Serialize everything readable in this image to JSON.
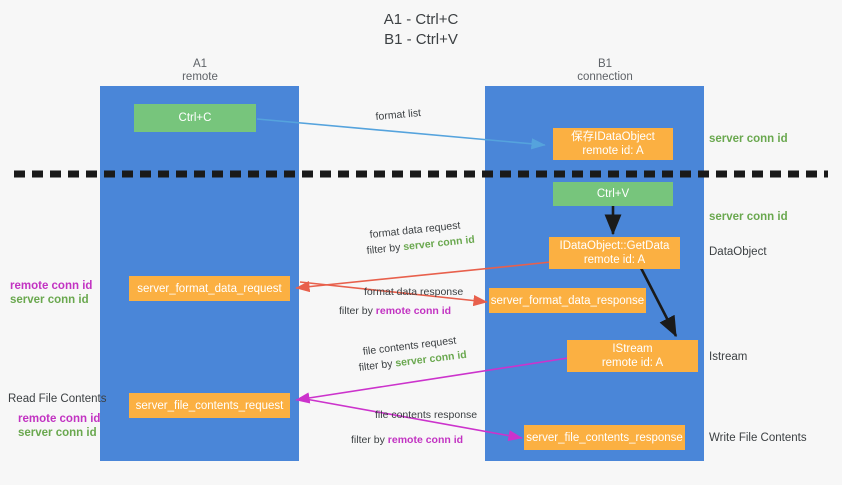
{
  "title": {
    "line1": "A1 - Ctrl+C",
    "line2": "B1 - Ctrl+V"
  },
  "columns": [
    {
      "name": "A1",
      "sub": "remote"
    },
    {
      "name": "B1",
      "sub": "connection"
    }
  ],
  "boxes": {
    "ctrl_c": {
      "line1": "Ctrl+C",
      "line2": ""
    },
    "save_dataobject": {
      "line1": "保存IDataObject",
      "line2": "remote id: A"
    },
    "ctrl_v": {
      "line1": "Ctrl+V",
      "line2": ""
    },
    "getdata": {
      "line1": "IDataObject::GetData",
      "line2": "remote id: A"
    },
    "format_data_request": {
      "line1": "server_format_data_request",
      "line2": ""
    },
    "format_data_response": {
      "line1": "server_format_data_response",
      "line2": ""
    },
    "istream": {
      "line1": "IStream",
      "line2": "remote id: A"
    },
    "file_contents_request": {
      "line1": "server_file_contents_request",
      "line2": ""
    },
    "file_contents_response": {
      "line1": "server_file_contents_response",
      "line2": ""
    }
  },
  "edge_labels": {
    "format_list": "format list",
    "format_data_request": "format data request",
    "format_data_request_filter_prefix": "filter by ",
    "format_data_request_filter_value": "server conn id",
    "format_data_response": "format data response",
    "format_data_response_filter_prefix": "filter by ",
    "format_data_response_filter_value": "remote conn id",
    "file_contents_request": "file contents request",
    "file_contents_request_filter_prefix": "filter by ",
    "file_contents_request_filter_value": "server conn id",
    "file_contents_response": "file contents response",
    "file_contents_response_filter_prefix": "filter by ",
    "file_contents_response_filter_value": "remote conn id"
  },
  "right_labels": {
    "server_conn_id_top": "server conn id",
    "server_conn_id_second": "server conn id",
    "dataobject": "DataObject",
    "istream": "Istream",
    "write_file_contents": "Write File Contents"
  },
  "left_labels": {
    "remote_conn_id_1": "remote conn id",
    "server_conn_id_1": "server conn id",
    "read_file_contents": "Read File Contents",
    "remote_conn_id_2": "remote conn id",
    "server_conn_id_2": "server conn id"
  },
  "colors": {
    "lane": "#4a86d8",
    "orange": "#fbb042",
    "green_box": "#77c57c",
    "green_text": "#6aa84f",
    "purple_text": "#c233c2",
    "blue_arrow": "#55a3dd",
    "red_arrow": "#e8604c",
    "magenta_arrow": "#cc33cc",
    "black": "#1a1a1a",
    "background": "#f7f7f7"
  }
}
